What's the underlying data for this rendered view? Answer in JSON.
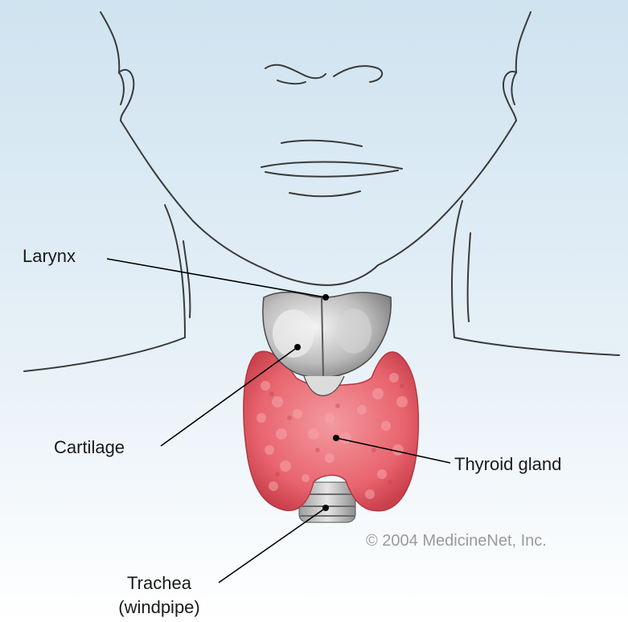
{
  "labels": {
    "larynx": "Larynx",
    "cartilage": "Cartilage",
    "thyroid_gland": "Thyroid gland",
    "trachea": "Trachea",
    "windpipe": "(windpipe)"
  },
  "copyright": "© 2004 MedicineNet, Inc.",
  "colors": {
    "background_top": "#cfe3f0",
    "background_bottom": "#ffffff",
    "thyroid": "#e8646e",
    "cartilage": "#b8b8b8",
    "outline": "#3a3a3a"
  }
}
